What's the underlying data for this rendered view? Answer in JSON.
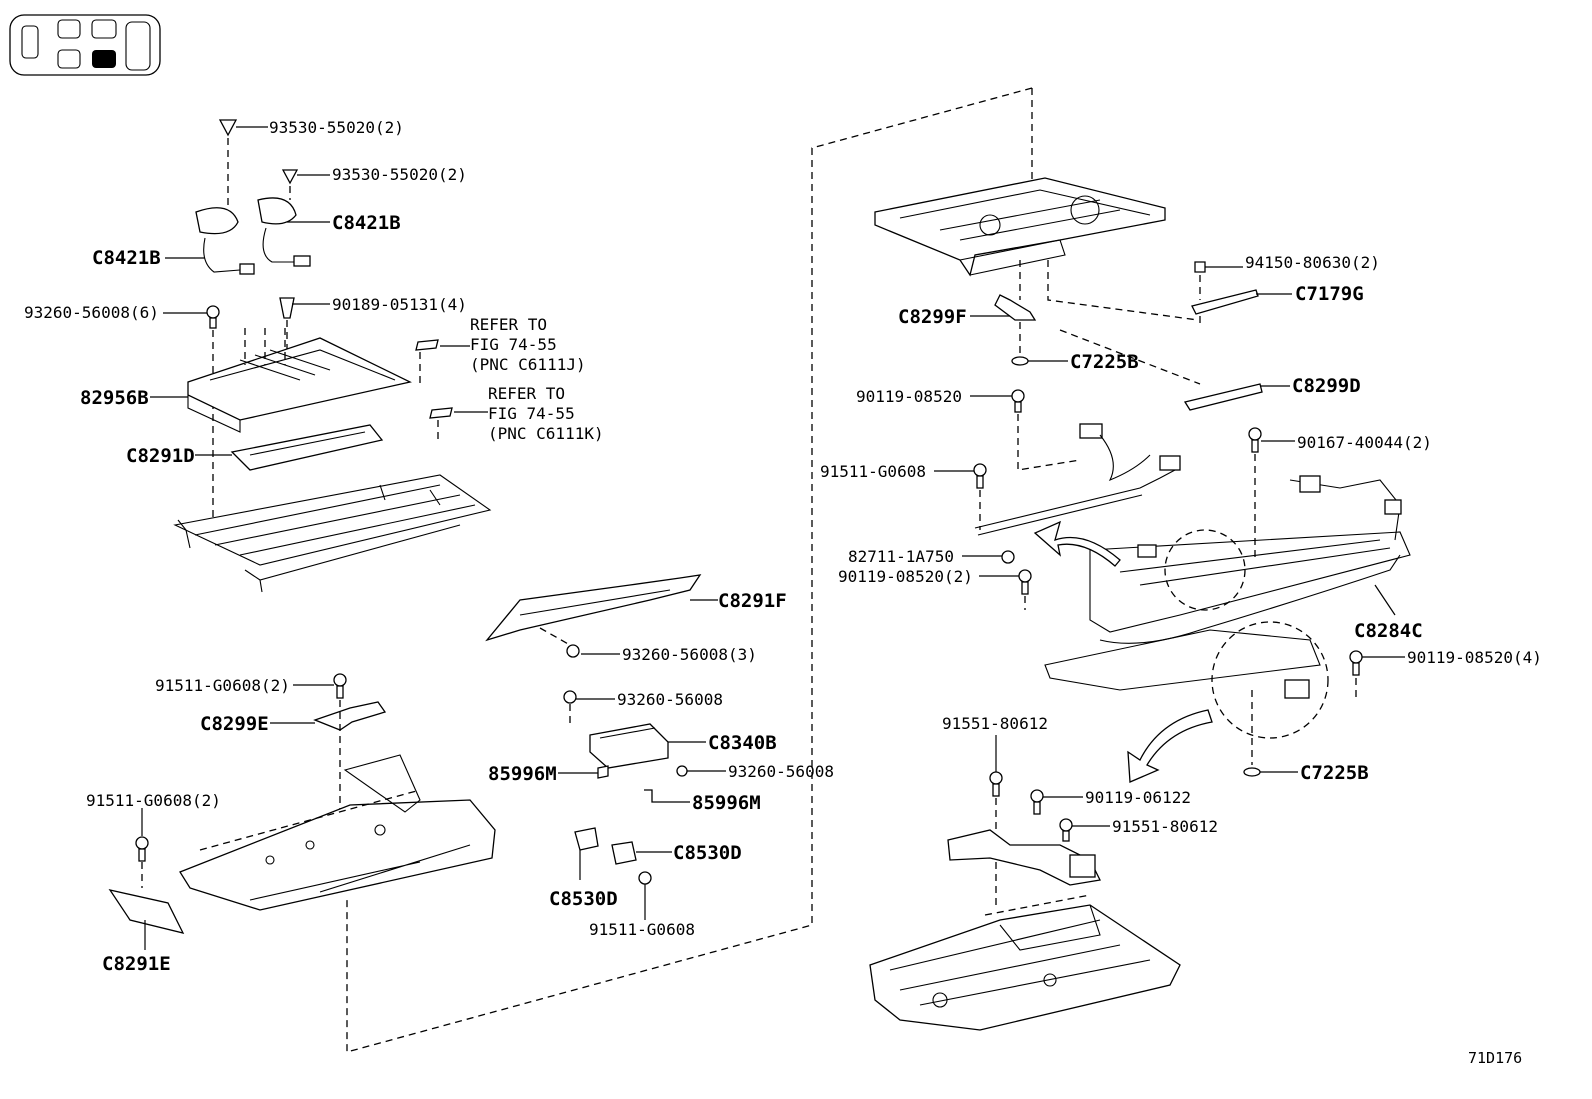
{
  "diagram_code": "71D176",
  "locator": {
    "icon": "vehicle-seat-locator-icon",
    "highlight_color": "#000000"
  },
  "refer": {
    "a_line1": "REFER TO",
    "a_line2": "FIG 74-55",
    "a_line3": "(PNC C6111J)",
    "b_line1": "REFER TO",
    "b_line2": "FIG 74-55",
    "b_line3": "(PNC C6111K)"
  },
  "labels": {
    "l01": "93530-55020(2)",
    "l02": "93530-55020(2)",
    "l03": "C8421B",
    "l04": "C8421B",
    "l05": "93260-56008(6)",
    "l06": "90189-05131(4)",
    "l07": "82956B",
    "l08": "C8291D",
    "l09": "C8291F",
    "l10": "93260-56008(3)",
    "l11": "91511-G0608(2)",
    "l12": "C8299E",
    "l13": "93260-56008",
    "l14": "C8340B",
    "l15": "85996M",
    "l16": "93260-56008",
    "l17": "85996M",
    "l18": "91511-G0608(2)",
    "l19": "C8530D",
    "l20": "C8530D",
    "l21": "91511-G0608",
    "l22": "C8291E",
    "l23": "94150-80630(2)",
    "l24": "C7179G",
    "l25": "C8299F",
    "l26": "C7225B",
    "l27": "C8299D",
    "l28": "90119-08520",
    "l29": "90167-40044(2)",
    "l30": "91511-G0608",
    "l31": "82711-1A750",
    "l32": "90119-08520(2)",
    "l33": "C8284C",
    "l34": "90119-08520(4)",
    "l35": "91551-80612",
    "l36": "C7225B",
    "l37": "90119-06122",
    "l38": "91551-80612"
  }
}
